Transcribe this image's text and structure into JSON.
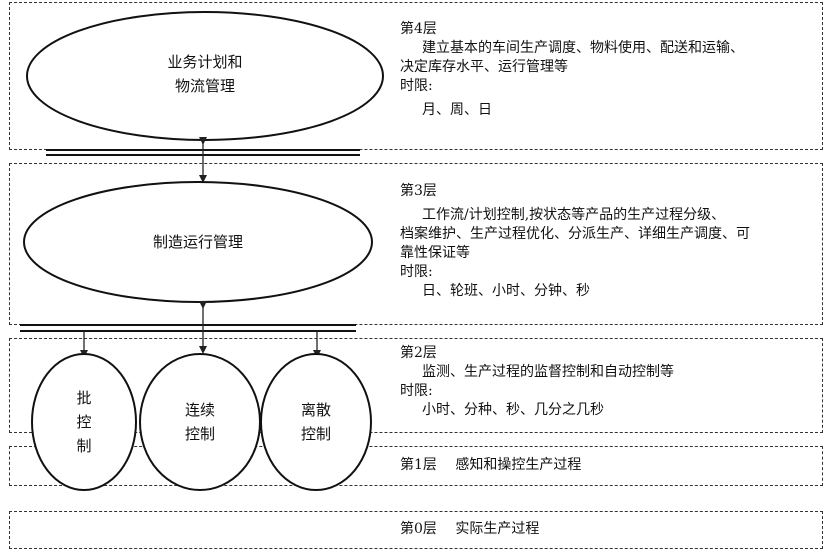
{
  "layers": {
    "l4": {
      "title": "第4层",
      "desc_line1": "建立基本的车间生产调度、物料使用、配送和运输、",
      "desc_line2": "决定库存水平、运行管理等",
      "time_label": "时限:",
      "time_value": "月、周、日"
    },
    "l3": {
      "title": "第3层",
      "desc_line1": "工作流/计划控制,按状态等产品的生产过程分级、",
      "desc_line2": "档案维护、生产过程优化、分派生产、详细生产调度、可",
      "desc_line3": "靠性保证等",
      "time_label": "时限:",
      "time_value": "日、轮班、小时、分钟、秒"
    },
    "l2": {
      "title": "第2层",
      "desc_line1": "监测、生产过程的监督控制和自动控制等",
      "time_label": "时限:",
      "time_value": "小时、分种、秒、几分之几秒"
    },
    "l1": {
      "title": "第1层",
      "desc": "感知和操控生产过程"
    },
    "l0": {
      "title": "第0层",
      "desc": "实际生产过程"
    }
  },
  "nodes": {
    "business_line1": "业务计划和",
    "business_line2": "物流管理",
    "mom": "制造运行管理",
    "batch_l1": "批",
    "batch_l2": "控",
    "batch_l3": "制",
    "continuous_l1": "连续",
    "continuous_l2": "控制",
    "discrete_l1": "离散",
    "discrete_l2": "控制"
  }
}
